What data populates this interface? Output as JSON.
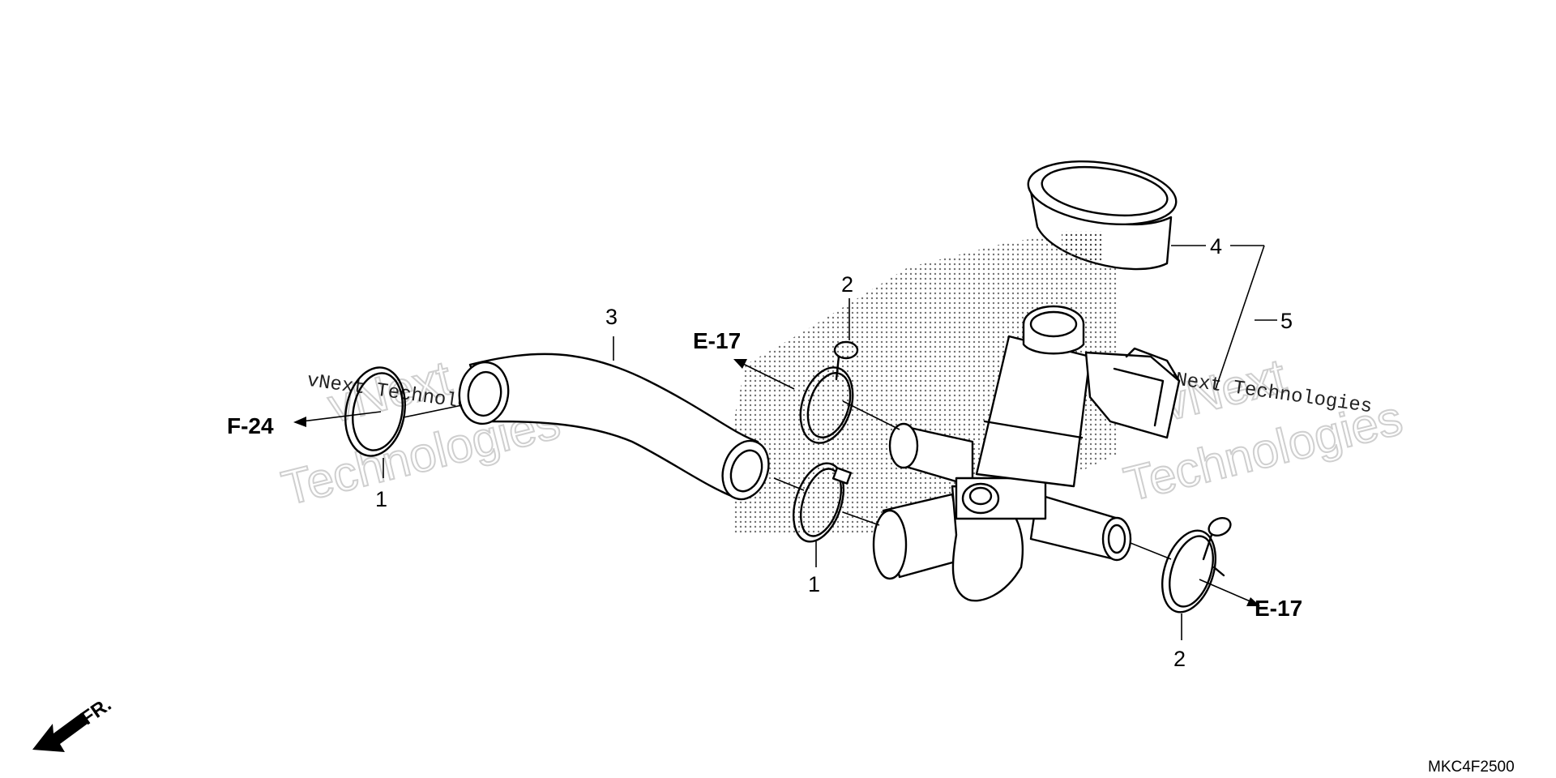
{
  "callouts": {
    "c1a": "1",
    "c1b": "1",
    "c2a": "2",
    "c2b": "2",
    "c3": "3",
    "c4": "4",
    "c5": "5"
  },
  "refs": {
    "f24": "F-24",
    "e17_top": "E-17",
    "e17_bottom": "E-17"
  },
  "front_label": "FR.",
  "diagram_code": "MKC4F2500",
  "watermark": {
    "line1": "vNext",
    "line2": "Technologies",
    "overlay": "vNext Technologies"
  }
}
